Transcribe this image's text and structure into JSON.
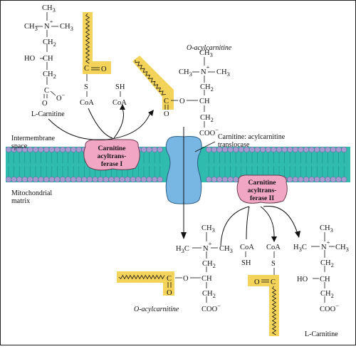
{
  "labels": {
    "carnitine_top": "L-Carnitine",
    "carnitine_bottom": "L-Carnitine",
    "oacyl_top": "O-acylcarnitine",
    "oacyl_bottom": "O-acylcarnitine",
    "intermembrane": [
      "Intermembrane",
      "space"
    ],
    "matrix": [
      "Mitochondrial",
      "matrix"
    ],
    "translocase": [
      "Carnitine: acylcarnitine",
      "translocase"
    ],
    "enzyme1": [
      "Carnitine",
      "acyltrans-",
      "ferase I"
    ],
    "enzyme2": [
      "Carnitine",
      "acyltrans-",
      "ferase II"
    ]
  },
  "atoms": {
    "CH3": "CH",
    "H3C": "H",
    "N": "N",
    "plus": "+",
    "CH2": "CH",
    "CH": "CH",
    "HO": "HO",
    "C": "C",
    "O": "O",
    "S": "S",
    "CoA": "CoA",
    "SH": "SH",
    "COO": "COO",
    "minus": "−",
    "sub3": "3",
    "sub2": "2",
    "Omin": "O"
  },
  "colors": {
    "acyl": "#f3d35a",
    "membrane_head": "#a79ad0",
    "membrane_tail": "#33bfb0",
    "enzyme": "#f1a7c4",
    "translocase": "#78b7e4"
  }
}
